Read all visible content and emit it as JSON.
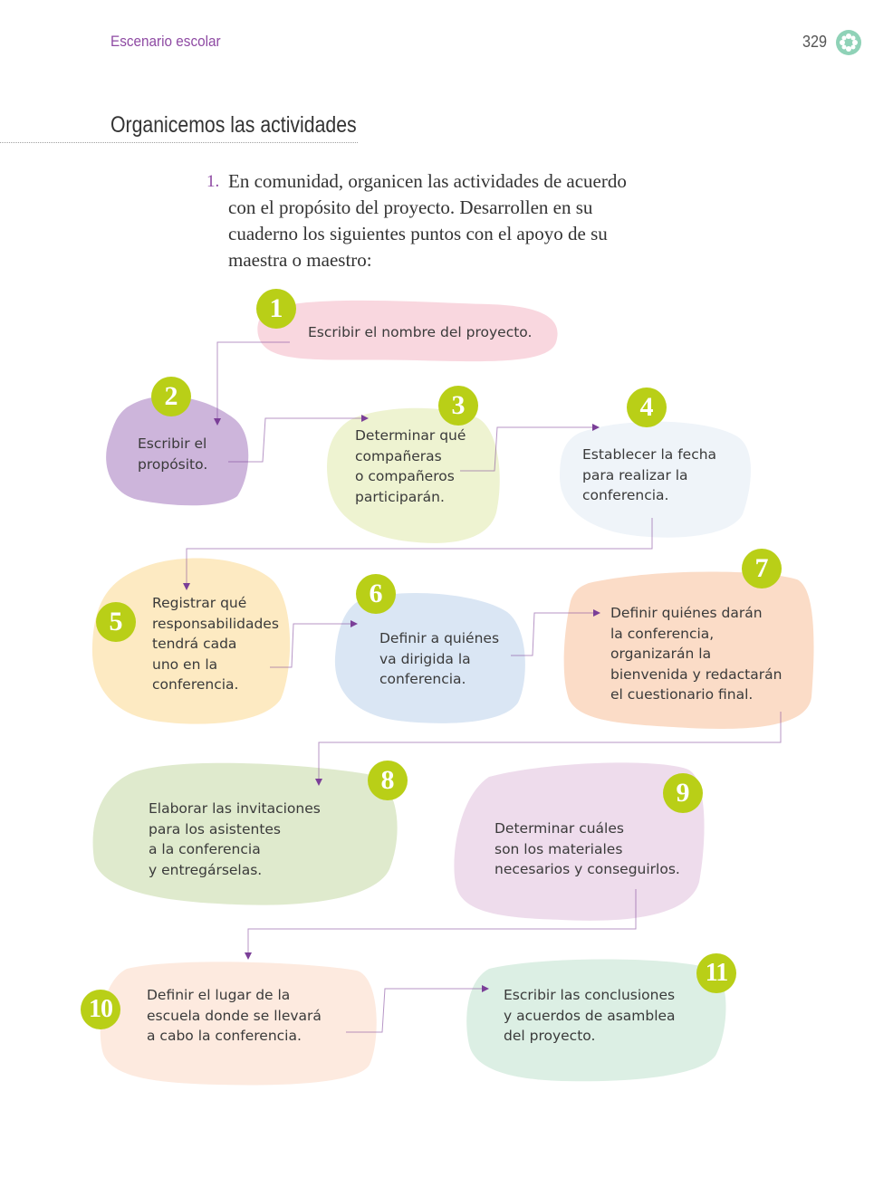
{
  "header": {
    "section_name": "Escenario escolar",
    "page_number": "329",
    "icon": "flower-icon"
  },
  "title": "Organicemos las actividades",
  "instruction": {
    "number": "1.",
    "text": "En comunidad, organicen las actividades de acuerdo con el propósito del proyecto. Desarrollen en su cuaderno los siguientes puntos con el apoyo de su maestra o maestro:"
  },
  "colors": {
    "badge": "#b9cf17",
    "arrow": "#7b3f98",
    "step1": "#f8d3dc",
    "step2": "#cdb5db",
    "step3": "#eef3d1",
    "step4": "#eff4f9",
    "step5": "#fdeac2",
    "step6": "#dae6f4",
    "step7": "#fbdcc7",
    "step8": "#dfeacd",
    "step9": "#eedcec",
    "step10": "#fdeadf",
    "step11": "#dcefe4"
  },
  "steps": [
    {
      "number": "1",
      "text": "Escribir el nombre del proyecto."
    },
    {
      "number": "2",
      "text": "Escribir el\npropósito."
    },
    {
      "number": "3",
      "text": "Determinar qué\ncompañeras\no compañeros\nparticiparán."
    },
    {
      "number": "4",
      "text": "Establecer la fecha\npara realizar la\nconferencia."
    },
    {
      "number": "5",
      "text": "Registrar qué\nresponsabilidades\ntendrá cada\nuno en la\nconferencia."
    },
    {
      "number": "6",
      "text": "Definir a quiénes\nva dirigida la\nconferencia."
    },
    {
      "number": "7",
      "text": "Definir quiénes darán\nla conferencia,\norganizarán la\nbienvenida y redactarán\nel cuestionario final."
    },
    {
      "number": "8",
      "text": "Elaborar las invitaciones\npara los asistentes\na la conferencia\ny entregárselas."
    },
    {
      "number": "9",
      "text": "Determinar cuáles\nson los materiales\nnecesarios y conseguirlos."
    },
    {
      "number": "10",
      "text": "Definir el lugar de la\nescuela donde se llevará\na cabo la conferencia."
    },
    {
      "number": "11",
      "text": "Escribir las conclusiones\ny acuerdos de asamblea\ndel proyecto."
    }
  ]
}
